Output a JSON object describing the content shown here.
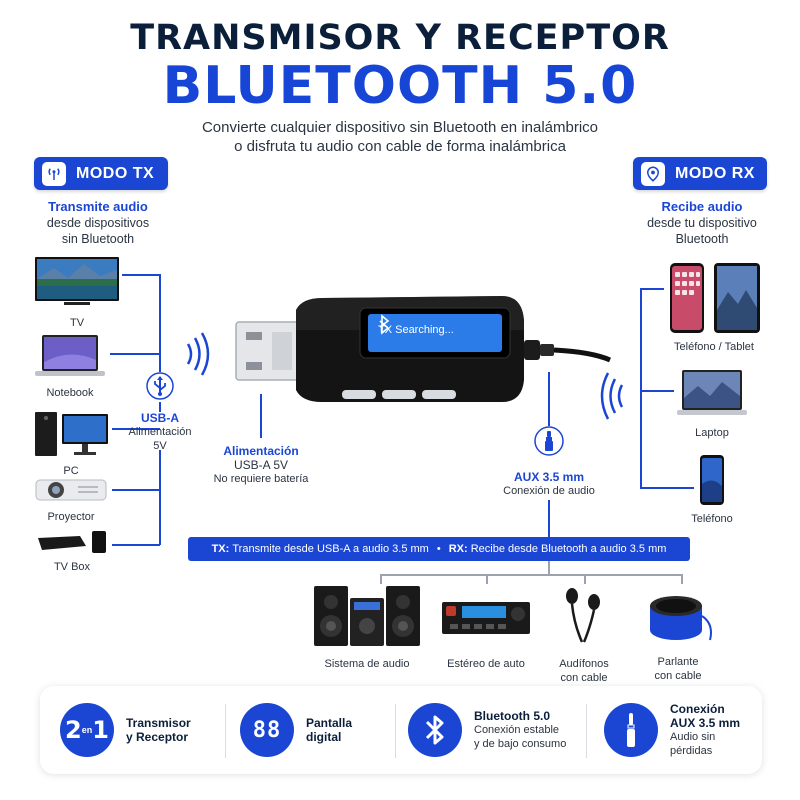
{
  "header": {
    "title_line1": "TRANSMISOR Y RECEPTOR",
    "title_line2": "BLUETOOTH 5.0",
    "subtitle_line1": "Convierte cualquier dispositivo sin Bluetooth en inalámbrico",
    "subtitle_line2": "o disfruta tu audio con cable de forma inalámbrica"
  },
  "tx": {
    "badge": "MODO TX",
    "head_bold": "Transmite audio",
    "head_line2": "desde dispositivos",
    "head_line3": "sin Bluetooth",
    "devices": [
      "TV",
      "Notebook",
      "PC",
      "Proyector",
      "TV Box"
    ],
    "usb_label": "USB-A",
    "usb_sub1": "Alimentación",
    "usb_sub2": "5V"
  },
  "rx": {
    "badge": "MODO RX",
    "head_bold": "Recibe audio",
    "head_line2": "desde tu dispositivo",
    "head_line3": "Bluetooth",
    "devices": [
      "Teléfono / Tablet",
      "Laptop",
      "Teléfono"
    ]
  },
  "device": {
    "screen_text": "TX Searching..."
  },
  "power": {
    "label": "Alimentación",
    "line2": "USB-A 5V",
    "line3": "No requiere batería"
  },
  "aux": {
    "label": "AUX 3.5 mm",
    "line2": "Conexión de audio"
  },
  "banner": {
    "tx_key": "TX:",
    "tx_text": "Transmite desde USB-A a audio 3.5 mm",
    "rx_key": "RX:",
    "rx_text": "Recibe desde Bluetooth a audio 3.5 mm"
  },
  "outputs": [
    {
      "line1": "Sistema de audio",
      "line2": ""
    },
    {
      "line1": "Estéreo de auto",
      "line2": ""
    },
    {
      "line1": "Audífonos",
      "line2": "con cable"
    },
    {
      "line1": "Parlante",
      "line2": "con cable"
    }
  ],
  "features": [
    {
      "icon_text": "2en1",
      "title1": "Transmisor",
      "title2": "y Receptor",
      "sub1": "",
      "sub2": ""
    },
    {
      "icon_text": "88",
      "title1": "Pantalla",
      "title2": "digital",
      "sub1": "",
      "sub2": ""
    },
    {
      "icon_text": "",
      "title1": "Bluetooth 5.0",
      "title2": "",
      "sub1": "Conexión estable",
      "sub2": "y de bajo consumo"
    },
    {
      "icon_text": "",
      "title1": "Conexión",
      "title2": "AUX 3.5 mm",
      "sub1": "Audio sin pérdidas",
      "sub2": ""
    }
  ],
  "colors": {
    "brand_blue": "#1b46d4",
    "navy": "#0b1f3a",
    "connector_gray": "#9aa3af"
  }
}
